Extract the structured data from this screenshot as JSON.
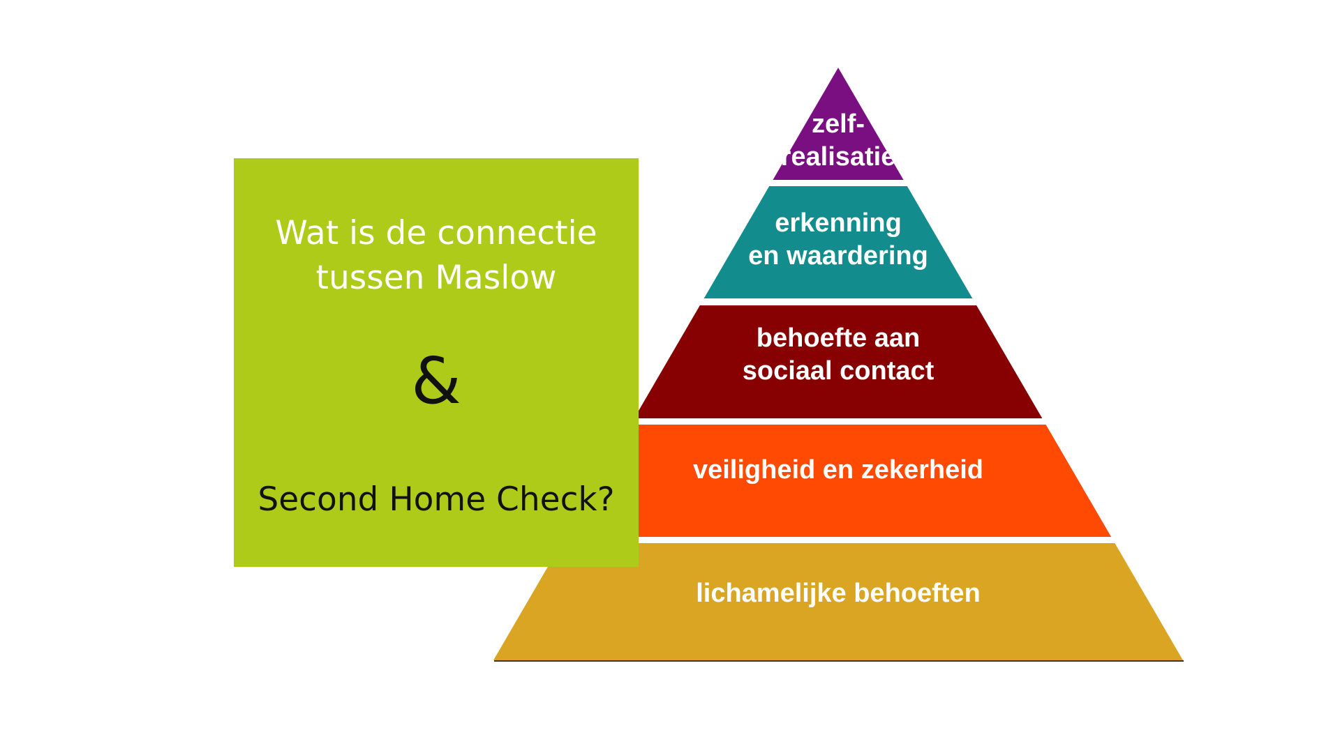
{
  "left_box": {
    "question_line1": "Wat is de connectie",
    "question_line2": "tussen Maslow",
    "ampersand": "&",
    "subtitle": "Second Home Check?",
    "color": "#aecb19"
  },
  "pyramid": {
    "levels": [
      {
        "lines": [
          "zelf-",
          "realisatie"
        ],
        "color": "#7a0f82"
      },
      {
        "lines": [
          "erkenning",
          "en waardering"
        ],
        "color": "#138c8e"
      },
      {
        "lines": [
          "behoefte aan",
          "sociaal contact"
        ],
        "color": "#880102"
      },
      {
        "lines": [
          "veiligheid en zekerheid"
        ],
        "color": "#ff4a04"
      },
      {
        "lines": [
          "lichamelijke behoeften"
        ],
        "color": "#d9a523"
      }
    ]
  }
}
